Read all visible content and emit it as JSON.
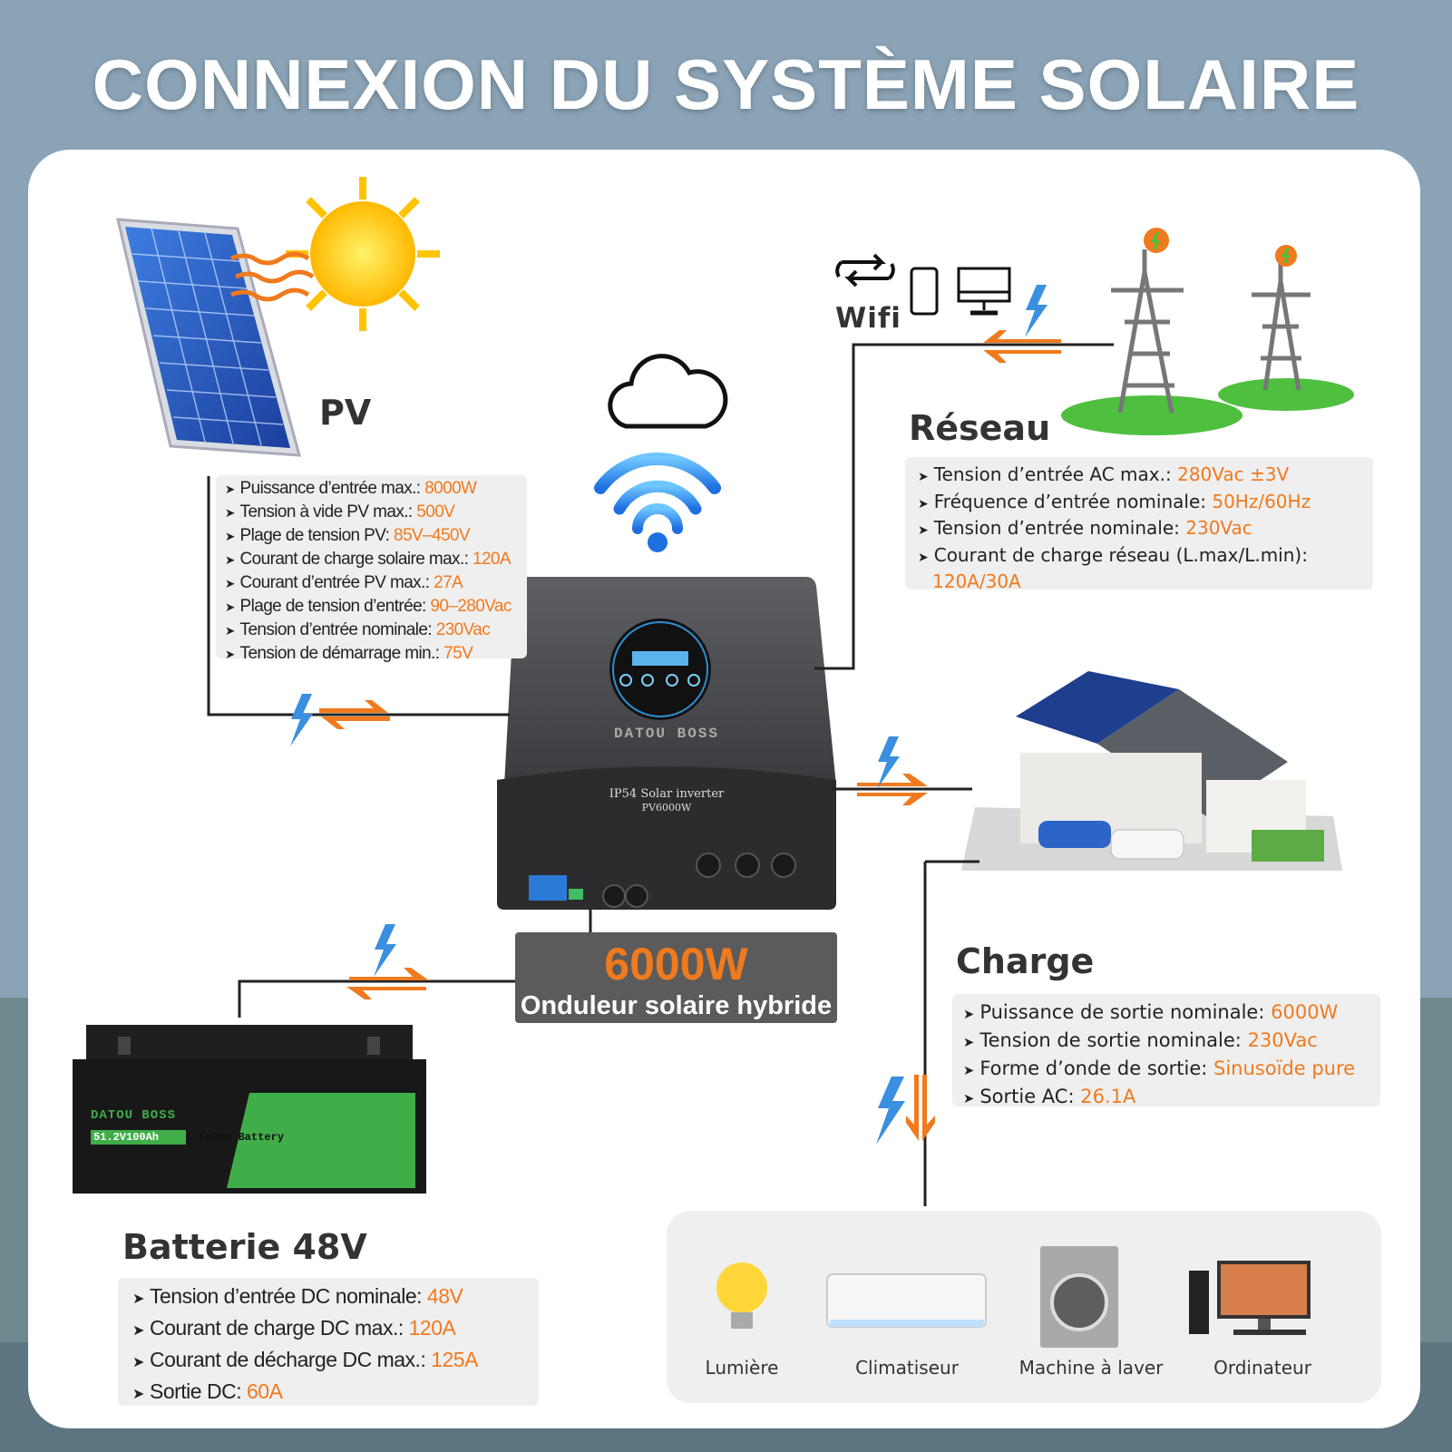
{
  "title": "CONNEXION DU SYSTÈME SOLAIRE",
  "pv": {
    "label": "PV",
    "specs": [
      {
        "label": "Puissance d’entrée max.:",
        "value": "8000W"
      },
      {
        "label": "Tension à vide PV max.:",
        "value": "500V"
      },
      {
        "label": "Plage de tension PV:",
        "value": "85V–450V"
      },
      {
        "label": "Courant de charge solaire max.:",
        "value": "120A"
      },
      {
        "label": "Courant d’entrée PV max.:",
        "value": "27A"
      },
      {
        "label": "Plage de tension d’entrée:",
        "value": "90–280Vac"
      },
      {
        "label": "Tension d’entrée nominale:",
        "value": "230Vac"
      },
      {
        "label": "Tension de démarrage min.:",
        "value": "75V"
      }
    ]
  },
  "wifi": {
    "label": "Wifi"
  },
  "grid": {
    "label": "Réseau",
    "specs": [
      {
        "label": "Tension d’entrée AC max.:",
        "value": "280Vac ±3V"
      },
      {
        "label": "Fréquence d’entrée nominale:",
        "value": "50Hz/60Hz"
      },
      {
        "label": "Tension d’entrée nominale:",
        "value": "230Vac"
      },
      {
        "label": "Courant de charge réseau (L.max/L.min):",
        "value": ""
      },
      {
        "label": "",
        "value": "120A/30A"
      }
    ]
  },
  "inverter": {
    "brand": "DATOU BOSS",
    "model_line1": "IP54 Solar inverter",
    "model_line2": "PV6000W",
    "power": "6000W",
    "name": "Onduleur solaire hybride"
  },
  "load": {
    "label": "Charge",
    "specs": [
      {
        "label": "Puissance de sortie nominale:",
        "value": "6000W"
      },
      {
        "label": "Tension de sortie nominale:",
        "value": "230Vac"
      },
      {
        "label": "Forme d’onde de sortie:",
        "value": "Sinusoïde pure"
      },
      {
        "label": "Sortie AC:",
        "value": "26.1A"
      }
    ]
  },
  "battery": {
    "label": "Batterie 48V",
    "brand": "DATOU BOSS",
    "model": "51.2V100Ah",
    "type": "LiFePO4 Battery",
    "specs": [
      {
        "label": "Tension d’entrée DC nominale:",
        "value": "48V"
      },
      {
        "label": "Courant de charge DC max.:",
        "value": "120A"
      },
      {
        "label": "Courant de décharge DC max.:",
        "value": "125A"
      },
      {
        "label": "Sortie DC:",
        "value": "60A"
      }
    ]
  },
  "appliances": [
    {
      "name": "Lumière",
      "icon": "lightbulb-icon"
    },
    {
      "name": "Climatiseur",
      "icon": "air-conditioner-icon"
    },
    {
      "name": "Machine à laver",
      "icon": "washing-machine-icon"
    },
    {
      "name": "Ordinateur",
      "icon": "computer-icon"
    }
  ],
  "colors": {
    "accent": "#f07a1e",
    "bolt": "#3a8fe0",
    "line": "#222222"
  }
}
